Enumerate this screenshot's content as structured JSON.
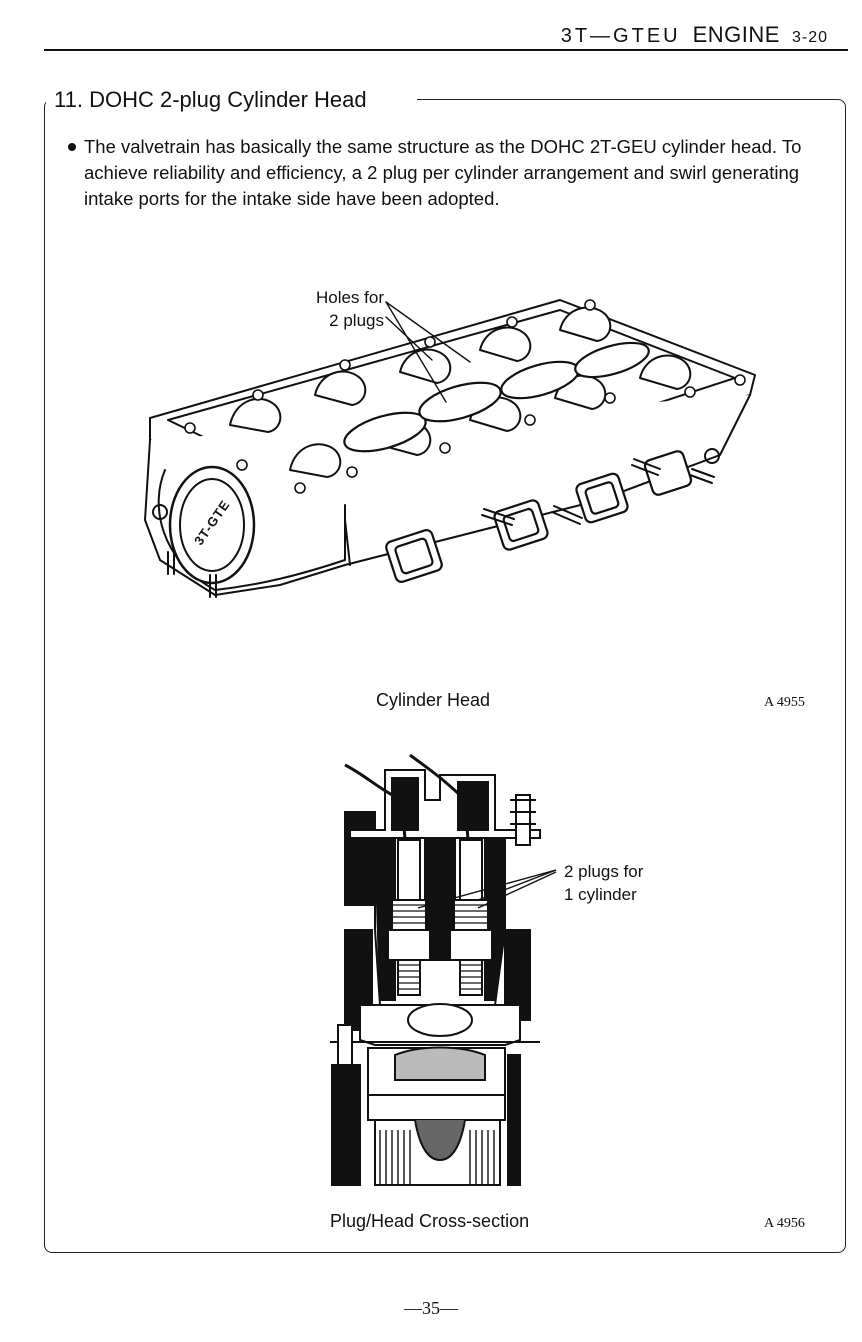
{
  "header": {
    "code": "3T—GTEU",
    "engine": "ENGINE",
    "page_ref": "3-20"
  },
  "section": {
    "number": "11.",
    "title": "DOHC 2-plug Cylinder Head"
  },
  "bullet_text": "The valvetrain has basically the same structure as the DOHC 2T-GEU cylinder head. To achieve reliability and efficiency, a 2 plug per cylinder arrangement and swirl generating intake ports for the intake side have been adopted.",
  "figure1": {
    "callout_line1": "Holes for",
    "callout_line2": "2 plugs",
    "emblem": "3T-GTE",
    "caption": "Cylinder Head",
    "id": "A 4955"
  },
  "figure2": {
    "callout_line1": "2 plugs for",
    "callout_line2": "1 cylinder",
    "caption": "Plug/Head Cross-section",
    "id": "A 4956"
  },
  "page_number": "—35—"
}
